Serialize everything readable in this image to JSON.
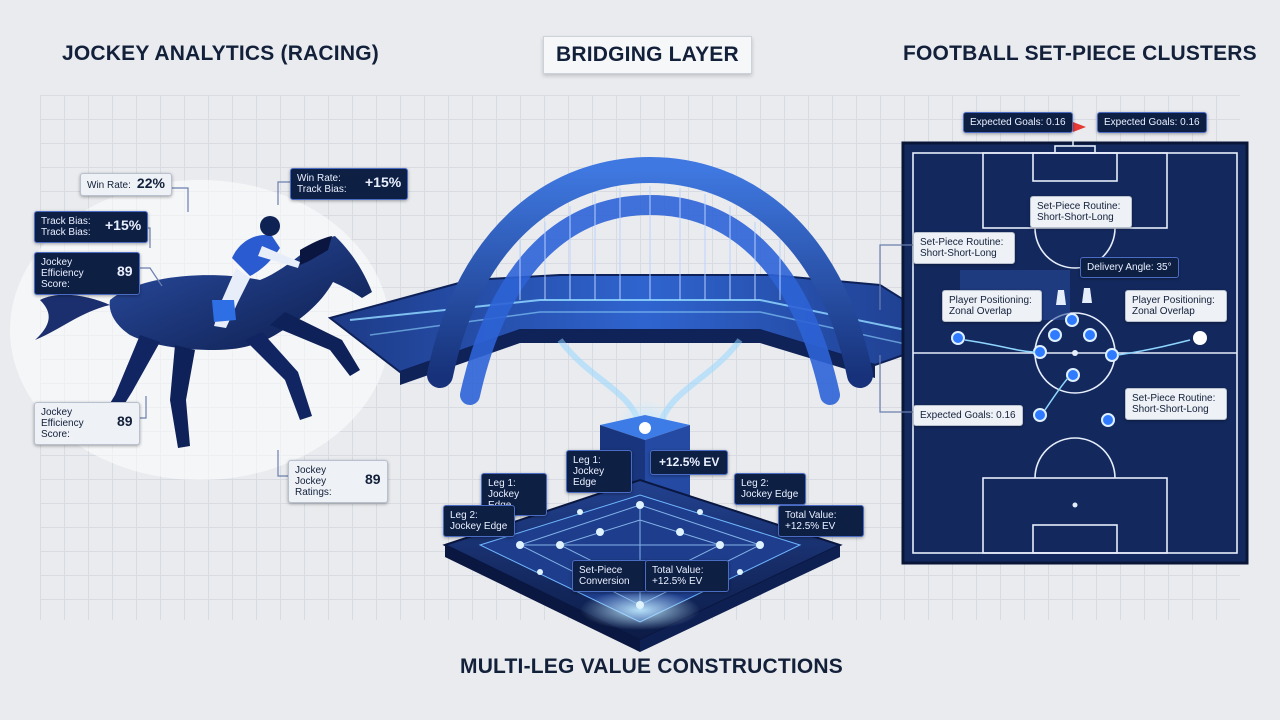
{
  "titles": {
    "left": "JOCKEY ANALYTICS (RACING)",
    "center": "BRIDGING LAYER",
    "right": "FOOTBALL SET-PIECE CLUSTERS",
    "bottom": "MULTI-LEG VALUE CONSTRUCTIONS"
  },
  "racing_labels": [
    {
      "key": "Win Rate:",
      "value": "22%"
    },
    {
      "key": "Win Rate: Track Bias:",
      "value": "+15%"
    },
    {
      "key": "Track Bias: Track Bias:",
      "value": "+15%"
    },
    {
      "key": "Jockey Efficiency Score:",
      "value": "89"
    },
    {
      "key": "Jockey Efficiency Score:",
      "value": "89"
    },
    {
      "key": "Jockey Jockey Ratings:",
      "value": "89"
    }
  ],
  "football_labels": {
    "xg_top_1": "Expected Goals: 0.16",
    "xg_top_2": "Expected Goals: 0.16",
    "routine_1": "Set-Piece Routine: Short-Short-Long",
    "routine_2": "Set-Piece Routine: Short-Short-Long",
    "routine_3": "Set-Piece Routine: Short-Short-Long",
    "delivery": "Delivery Angle: 35°",
    "positioning_1": "Player Positioning: Zonal Overlap",
    "positioning_2": "Player Positioning: Zonal Overlap",
    "xg_bottom": "Expected Goals: 0.16"
  },
  "multileg_labels": {
    "leg1_a": "Leg 1: Jockey Edge",
    "leg1_b": "Leg 1: Jockey Edge",
    "ev_top": "+12.5% EV",
    "leg2_a": "Leg 2: Jockey Edge",
    "leg2_b": "Leg 2: Jockey Edge",
    "total_right": "Total Value: +12.5% EV",
    "set_piece_conv": "Set-Piece Conversion",
    "total_center": "Total Value: +12.5% EV"
  },
  "colors": {
    "navy": "#0e1f44",
    "pitch": "#13295e",
    "accent": "#3b7bff",
    "glow": "#8fd6ff",
    "flag": "#e53935"
  }
}
